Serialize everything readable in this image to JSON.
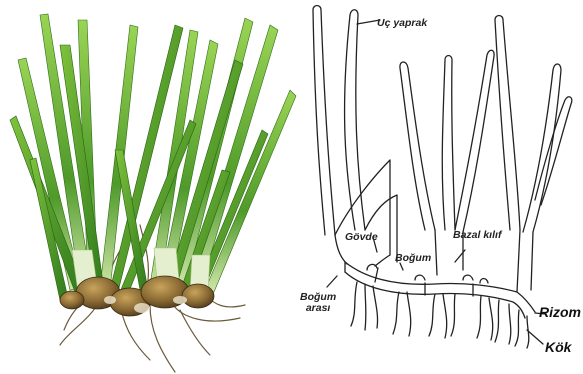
{
  "diagram": {
    "labels": {
      "uc_yaprak": "Uç yaprak",
      "bazal_kilif": "Bazal kılıf",
      "govde": "Gövde",
      "bogum": "Boğum",
      "bogum_arasi_line1": "Boğum",
      "bogum_arasi_line2": "arası",
      "rizom": "Rizom",
      "kok": "Kök"
    }
  },
  "colors": {
    "leaf_dark": "#3f8a22",
    "leaf_light": "#8fcf4a",
    "root_brown": "#6b5a3c",
    "ink": "#222222"
  }
}
